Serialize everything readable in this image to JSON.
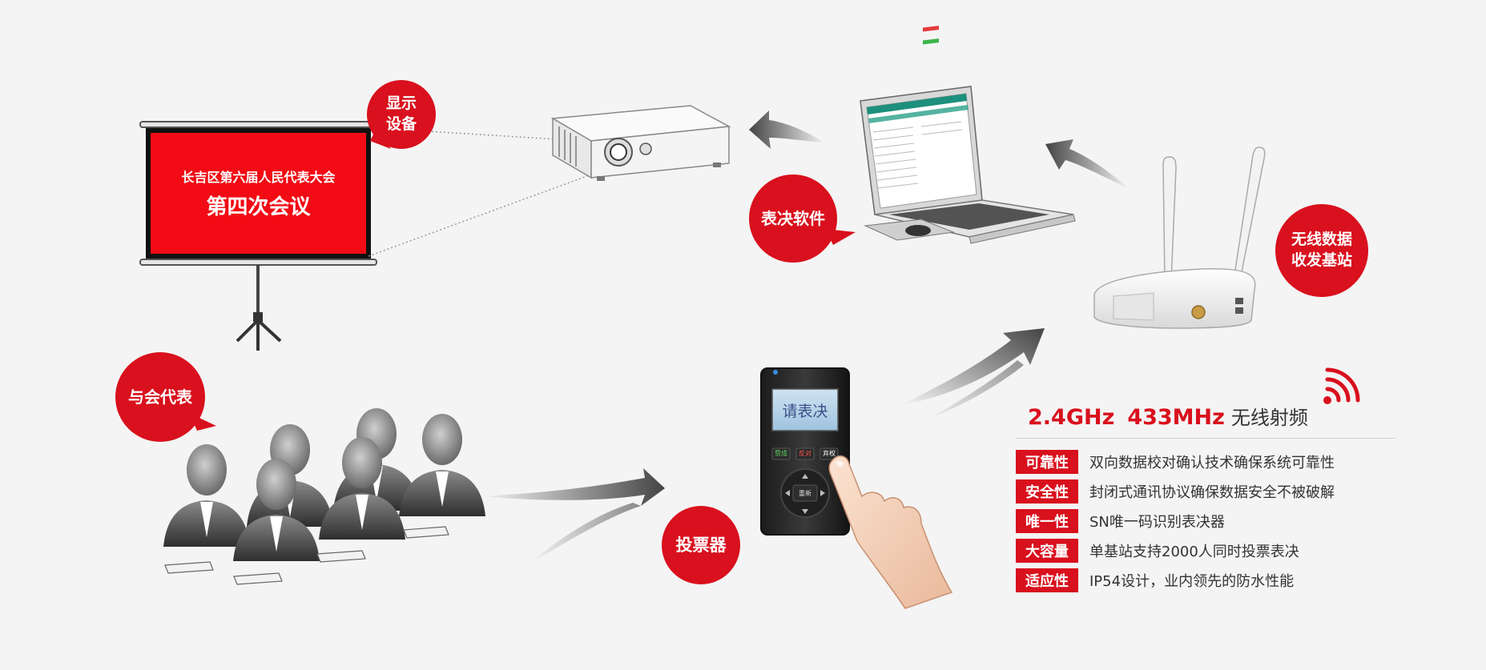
{
  "screen": {
    "line1": "长吉区第六届人民代表大会",
    "line2": "第四次会议"
  },
  "bubbles": {
    "display": [
      "显示",
      "设备"
    ],
    "software": [
      "表决软件"
    ],
    "base_station": [
      "无线数据",
      "收发基站"
    ],
    "delegates": [
      "与会代表"
    ],
    "voter": [
      "投票器"
    ]
  },
  "voter_screen": {
    "text": "请表决",
    "buttons": [
      "赞成",
      "反对",
      "弃权"
    ],
    "center": "重新"
  },
  "frequency": {
    "band1": "2.4GHz",
    "band2": "433MHz",
    "suffix": "无线射频"
  },
  "features": [
    {
      "tag": "可靠性",
      "desc": "双向数据校对确认技术确保系统可靠性"
    },
    {
      "tag": "安全性",
      "desc": "封闭式通讯协议确保数据安全不被破解"
    },
    {
      "tag": "唯一性",
      "desc": "SN唯一码识别表决器"
    },
    {
      "tag": "大容量",
      "desc": "单基站支持2000人同时投票表决"
    },
    {
      "tag": "适应性",
      "desc": "IP54设计，业内领先的防水性能"
    }
  ],
  "icons": [
    "wifi-signal-icon"
  ],
  "colors": {
    "accent": "#d9101d",
    "background": "#f4f4f4",
    "text": "#333333"
  }
}
